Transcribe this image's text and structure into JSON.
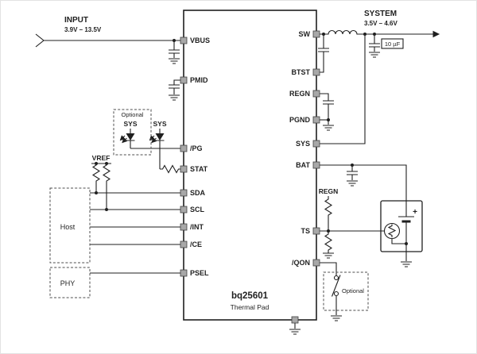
{
  "input": {
    "label": "INPUT",
    "range": "3.9V – 13.5V"
  },
  "system": {
    "label": "SYSTEM",
    "range": "3.5V – 4.6V",
    "output_cap": "10 µF"
  },
  "ic": {
    "part_number": "bq25601",
    "thermal_pad": "Thermal Pad",
    "left_pins": [
      "VBUS",
      "PMID",
      "/PG",
      "STAT",
      "SDA",
      "SCL",
      "/INT",
      "/CE",
      "PSEL"
    ],
    "right_pins": [
      "SW",
      "BTST",
      "REGN",
      "PGND",
      "SYS",
      "BAT",
      "TS",
      "/QON"
    ]
  },
  "status_leds": {
    "optional_label": "Optional",
    "pg_rail": "SYS",
    "stat_rail": "SYS"
  },
  "i2c": {
    "pullup_rail": "VREF"
  },
  "host": {
    "label": "Host"
  },
  "phy": {
    "label": "PHY"
  },
  "ts_network": {
    "pullup_rail": "REGN"
  },
  "battery": {
    "plus": "+"
  },
  "qon": {
    "optional_label": "Optional"
  },
  "colors": {
    "wire": "#1f1f1f",
    "part_number": "#0000d8",
    "pad_fill": "#a8a8a8"
  }
}
